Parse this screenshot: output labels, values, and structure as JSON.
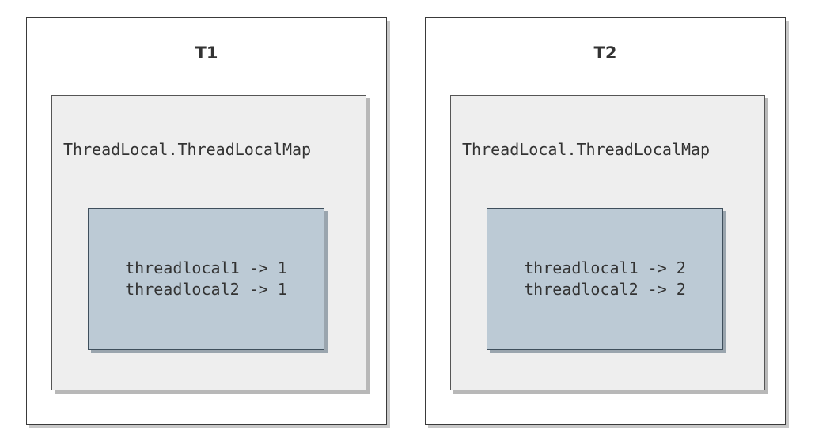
{
  "threads": [
    {
      "title": "T1",
      "map_label": "ThreadLocal.ThreadLocalMap",
      "entries": [
        "threadlocal1 -> 1",
        "threadlocal2 -> 1"
      ]
    },
    {
      "title": "T2",
      "map_label": "ThreadLocal.ThreadLocalMap",
      "entries": [
        "threadlocal1 -> 2",
        "threadlocal2 -> 2"
      ]
    }
  ]
}
